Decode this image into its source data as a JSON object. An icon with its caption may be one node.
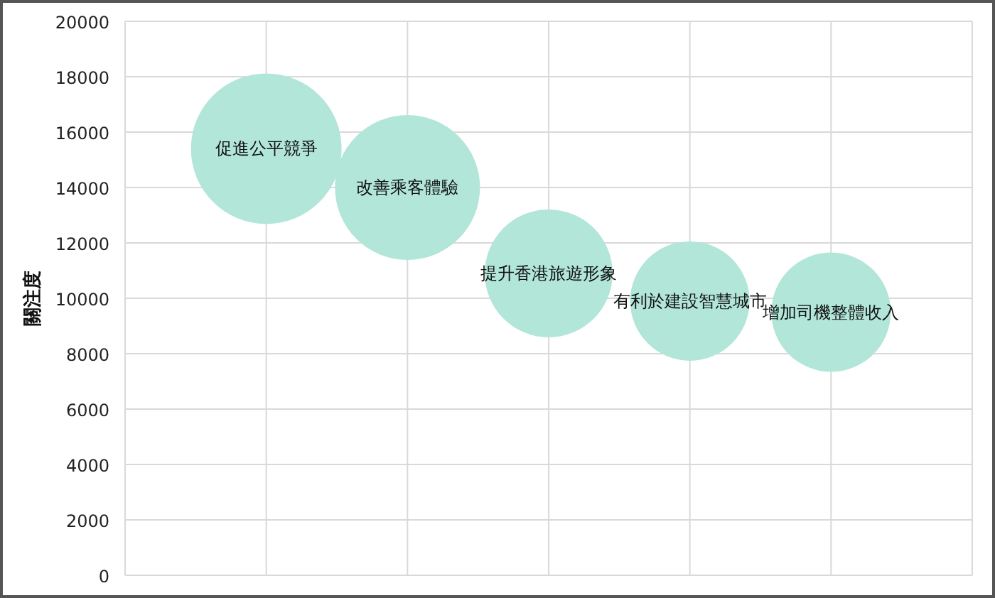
{
  "diagram": {
    "chart_data": {
      "type": "scatter",
      "ylabel": "關注度",
      "categories": [
        "促進公平競爭",
        "改善乘客體驗",
        "提升香港旅遊形象",
        "有利於建設智慧城市",
        "增加司機整體收入"
      ],
      "series": [
        {
          "color": "#b2e6d8",
          "values": [
            15400,
            14000,
            10900,
            9900,
            9500
          ]
        }
      ],
      "ylim": [
        0,
        20000
      ],
      "yticks": [
        0,
        2000,
        4000,
        6000,
        8000,
        10000,
        12000,
        14000,
        16000,
        18000,
        20000
      ],
      "grid": true
    }
  }
}
